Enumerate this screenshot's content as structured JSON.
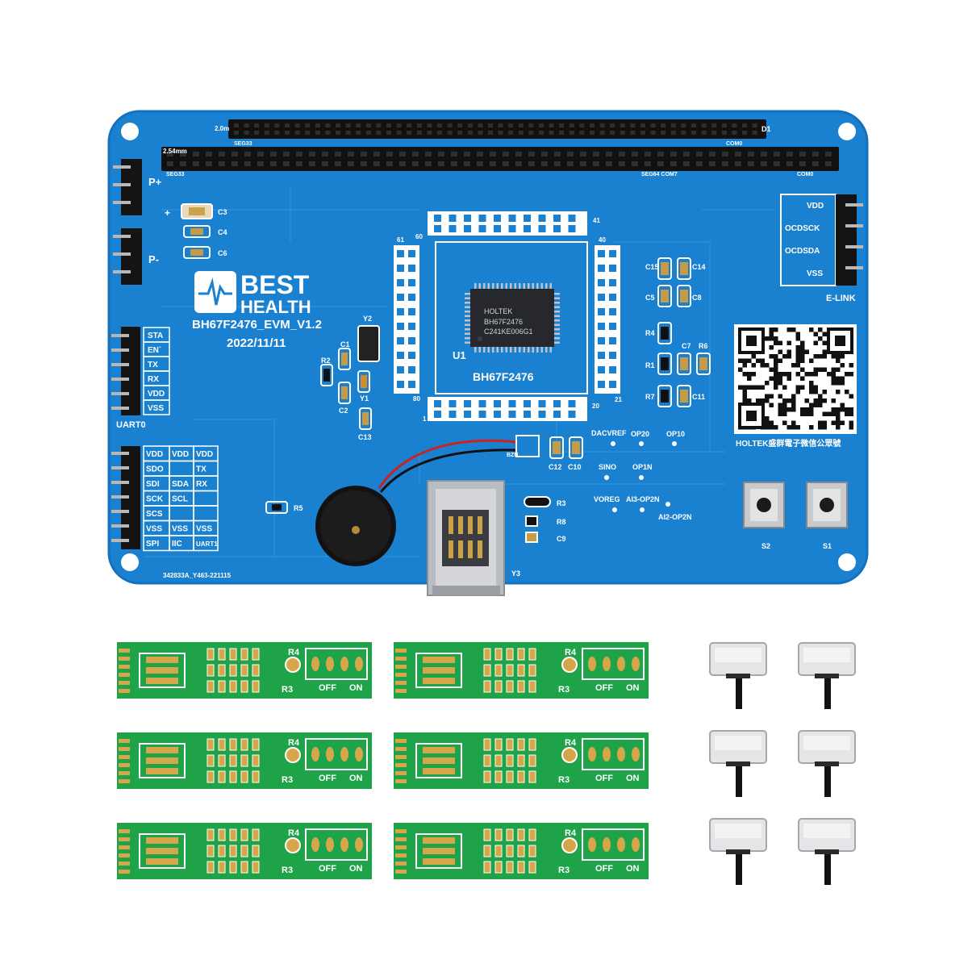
{
  "board": {
    "logo_line1": "BEST",
    "logo_line2": "HEALTH",
    "model": "BH67F2476_EVM_V1.2",
    "date": "2022/11/11",
    "part_code": "342833A_Y463-221115",
    "mcu": {
      "label": "U1",
      "name": "BH67F2476",
      "marking_line1": "HOLTEK",
      "marking_line2": "BH67F2476",
      "marking_line3": "C241KE006G1",
      "pin_labels": [
        "61",
        "60",
        "41",
        "40",
        "21",
        "20",
        "80",
        "1"
      ]
    },
    "header_labels": {
      "pitch_top": "2.0m",
      "pitch_bottom": "2.54mm",
      "seg_top": "SEG33",
      "seg_bottom": "SEG33",
      "com_top": "COM0",
      "com_bottom": "COM0",
      "d1": "D1",
      "seg64": "SEG64 COM7"
    },
    "power_labels": {
      "plus": "P+",
      "minus": "P-"
    },
    "elink": {
      "title": "E-LINK",
      "pins": [
        "VDD",
        "OCDSCK",
        "OCDSDA",
        "VSS"
      ]
    },
    "uart0": {
      "title": "UART0",
      "pins": [
        "STA",
        "EN`",
        "TX",
        "RX",
        "VDD",
        "VSS"
      ]
    },
    "bus_table": {
      "rows": [
        [
          "VDD",
          "VDD",
          "VDD"
        ],
        [
          "SDO",
          "",
          "TX"
        ],
        [
          "SDI",
          "SDA",
          "RX"
        ],
        [
          "SCK",
          "SCL",
          ""
        ],
        [
          "SCS",
          "",
          ""
        ],
        [
          "VSS",
          "VSS",
          "VSS"
        ],
        [
          "SPI",
          "IIC",
          "UART1"
        ]
      ]
    },
    "components": {
      "c3": "C3",
      "c4": "C4",
      "c6": "C6",
      "c1": "C1",
      "c2": "C2",
      "c13": "C13",
      "r2": "R2",
      "y1": "Y1",
      "y2": "Y2",
      "r5": "R5",
      "r3": "R3",
      "r8": "R8",
      "c9": "C9",
      "c15": "C15",
      "c14": "C14",
      "c5": "C5",
      "c8": "C8",
      "r4": "R4",
      "c7": "C7",
      "r6": "R6",
      "r1": "R1",
      "r7": "R7",
      "c11": "C11",
      "c12": "C12",
      "c10": "C10",
      "bzn": "BZN",
      "y3": "Y3",
      "s1": "S1",
      "s2": "S2",
      "plus_mark": "+"
    },
    "test_points": [
      "DACVREF",
      "OP20",
      "OP10",
      "SINO",
      "OP1N",
      "VOREG",
      "AI3-OP2N",
      "AI2-OP2N"
    ],
    "qr_caption": "HOLTEK盛群電子微信公眾號"
  },
  "sensor_boards": {
    "count": 6,
    "labels": {
      "r4": "R4",
      "r3": "R3",
      "off": "OFF",
      "on": "ON"
    }
  },
  "slide_switches": {
    "count": 6
  },
  "colors": {
    "board_blue": "#1a80d0",
    "board_edge": "#1672bf",
    "silk_white": "#ffffff",
    "sensor_green": "#1ea348",
    "gold": "#d6a64a"
  }
}
